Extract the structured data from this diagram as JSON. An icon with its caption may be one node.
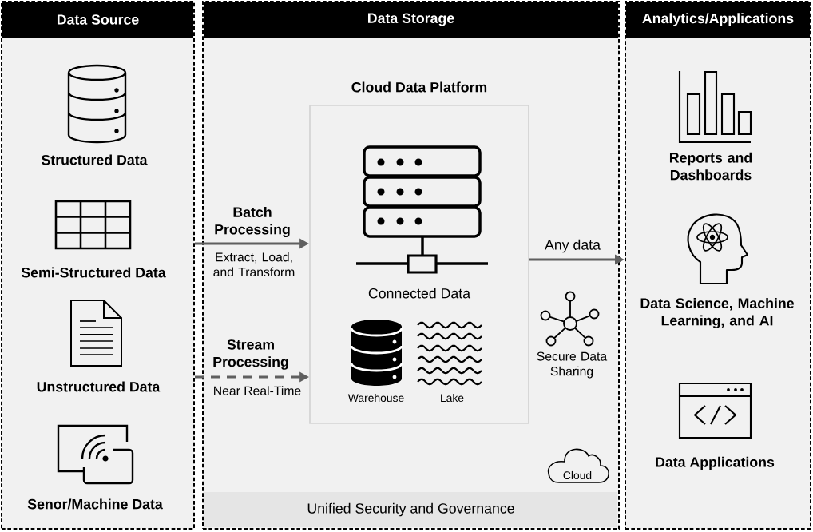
{
  "diagram": {
    "nodes": [
      {
        "text": [
          "Data Source"
        ]
      },
      {
        "text": [
          "Structured Data"
        ],
        "in": 0
      },
      {
        "text": [
          "Semi-Structured Data"
        ],
        "in": 0
      },
      {
        "text": [
          "Unstructured Data"
        ],
        "in": 0
      },
      {
        "text": [
          "Senor/Machine Data"
        ],
        "in": 0
      },
      {
        "text": [
          "Data Storage"
        ]
      },
      {
        "text": [
          "Cloud Data Platform"
        ],
        "in": 5
      },
      {
        "text": [
          "Connected Data"
        ],
        "in": 6
      },
      {
        "text": [
          "Warehouse"
        ],
        "in": 6
      },
      {
        "text": [
          "Lake"
        ],
        "in": 6
      },
      {
        "text": [
          "Secure Data Sharing"
        ],
        "in": 5
      },
      {
        "text": [
          "Cloud"
        ],
        "in": 5
      },
      {
        "text": [
          "Unified Security and Governance"
        ],
        "in": 5
      },
      {
        "text": [
          "Analytics/Applications"
        ]
      },
      {
        "text": [
          "Reports and Dashboards"
        ],
        "in": 13
      },
      {
        "text": [
          "Data Science, Machine Learning, and AI"
        ],
        "in": 13
      },
      {
        "text": [
          "Data Applications"
        ],
        "in": 13
      }
    ],
    "edges": [
      {
        "from": 0,
        "to": 6,
        "arrow": "to",
        "label": "Batch Processing"
      },
      {
        "from": 0,
        "to": 6,
        "arrow": "to",
        "style": "dashed",
        "label": "Stream Processing"
      },
      {
        "from": 6,
        "to": 13,
        "arrow": "to",
        "label": "Any data"
      }
    ],
    "labels": [
      "Extract, Load, and Transform",
      "Near Real-Time"
    ]
  }
}
